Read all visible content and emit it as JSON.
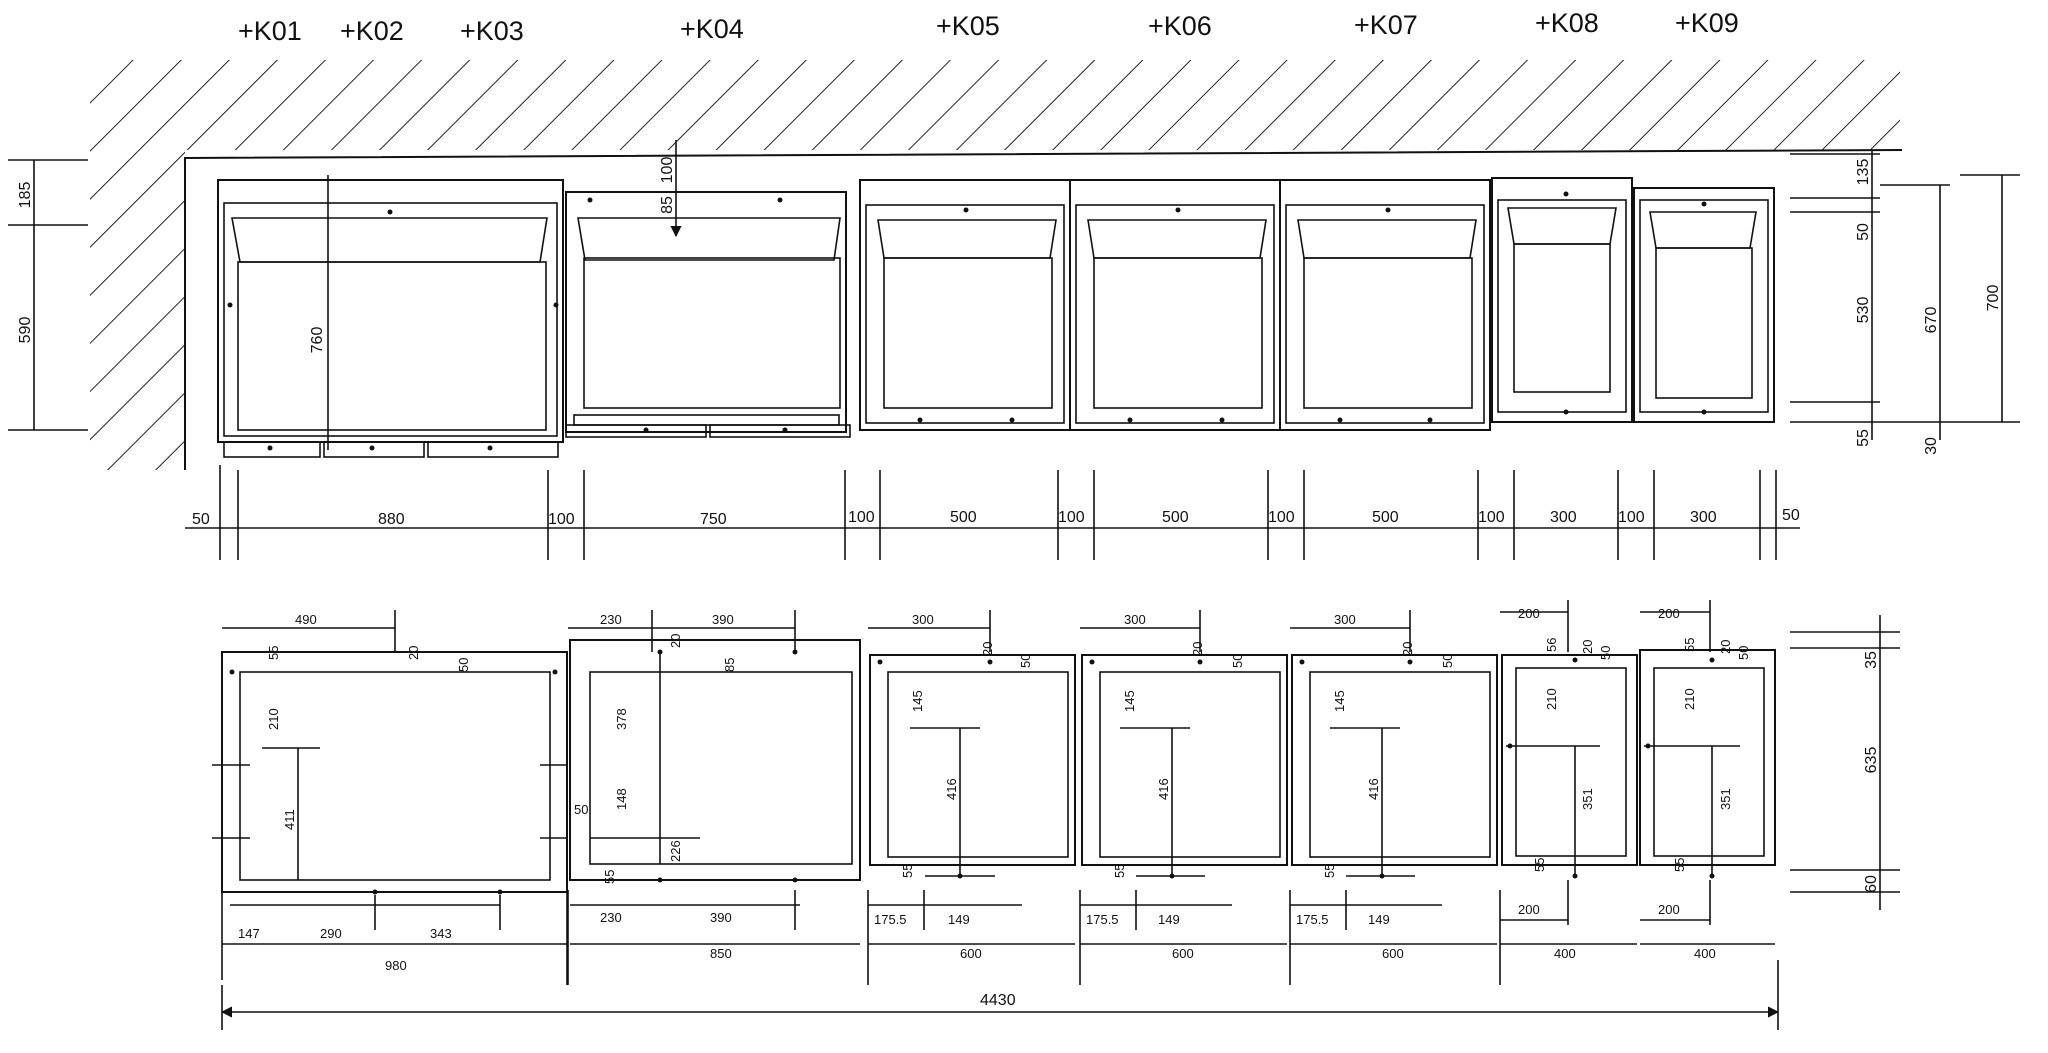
{
  "cabinet_labels": [
    "+K01",
    "+K02",
    "+K03",
    "+K04",
    "+K05",
    "+K06",
    "+K07",
    "+K08",
    "+K09"
  ],
  "left_dims": {
    "top": "185",
    "main": "590"
  },
  "inner_dims": {
    "height": "760",
    "top_offset": "100",
    "small_offset": "85"
  },
  "right_dims": {
    "d1": "135",
    "d2": "50",
    "d3": "530",
    "d4": "55",
    "d5": "670",
    "d6": "30",
    "d7": "700"
  },
  "width_dims": [
    "50",
    "880",
    "100",
    "750",
    "100",
    "500",
    "100",
    "500",
    "100",
    "500",
    "100",
    "300",
    "100",
    "300",
    "50"
  ],
  "bottom": {
    "k1": {
      "top": "490",
      "d20": "20",
      "d50": "50",
      "d55": "55",
      "h210": "210",
      "h411": "411",
      "b147": "147",
      "b290": "290",
      "b343": "343",
      "total": "980"
    },
    "k4": {
      "t230": "230",
      "t390": "390",
      "d20": "20",
      "d85": "85",
      "h378": "378",
      "h148": "148",
      "h226": "226",
      "d55": "55",
      "d50": "50",
      "b230": "230",
      "b390": "390",
      "total": "850"
    },
    "mid": {
      "top": "300",
      "d20": "20",
      "d50": "50",
      "d55": "55",
      "h145": "145",
      "h416": "416",
      "b175": "175.5",
      "b149": "149",
      "total": "600"
    },
    "small": {
      "top": "200",
      "d56": "56",
      "d20": "20",
      "d50": "50",
      "d55": "55",
      "h210": "210",
      "h351": "351",
      "b200": "200",
      "total": "400"
    },
    "right": {
      "d35": "35",
      "h635": "635",
      "d60": "60"
    },
    "overall": "4430"
  }
}
